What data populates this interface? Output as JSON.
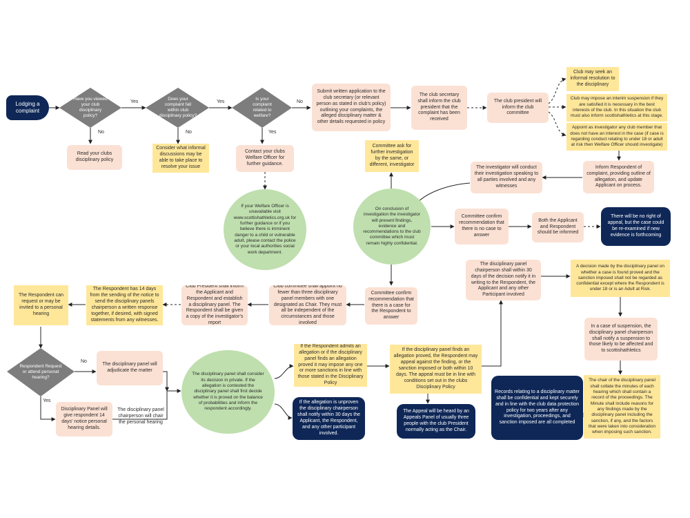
{
  "start": "Lodging a complaint",
  "decisions": {
    "d1": "Have you viewed your club disciplinary policy?",
    "d2": "Does your complaint fall within club disciplinary policy?",
    "d3": "Is your complaint related to welfare?",
    "d4": "Respondent Request or attend personal hearing?"
  },
  "labels": {
    "yes": "Yes",
    "no": "No"
  },
  "nodes": {
    "read_policy": "Read your clubs disciplinary policy",
    "informal": "Consider what informal discussions may be able to take place to resolve your issue",
    "contact_welfare": "Contact your clubs Welfare Officer for further guidance.",
    "welfare_unavailable": "If your Welfare Officer is unavailable visit www.scottishathletics.org.uk for further guidance or if you believe there is imminent danger to a child or vulnerable adult, please contact the police or your local authorities social work department.",
    "submit_written": "Submit written application to the club secretary (or relevant person as stated in club's policy) outlining your complaints, the alleged disciplinary matter & other details requested in policy",
    "secretary_inform": "The club secretary shall inform the club president that the complaint has been received",
    "president_inform": "The club president will inform the club committee",
    "informal_resolution": "Club may seek an informal resolution to the disciplinary",
    "interim_suspension": "Club may impose an interim suspension if they are satisfied it is necessary in the best interests of the club. In this situation the club must also inform scottishathletics at this stage.",
    "appoint_investigator": "Appoint as investigator any club member that does not have an interest in the case (if case is regarding conduct relating to under 18 or adult at risk then Welfare Officer should investigate)",
    "inform_respondent": "Inform Respondent of complaint, providing outline of allegation, and update Applicant on process.",
    "investigator_conduct": "The investigator will conduct their investigation speaking to all parties involved and any witnesses",
    "committee_ask": "Committee ask for further investigation by the same, or different, investigator",
    "conclusion": "On conclusion of investigation the investigator will present findings, evidence and recommendations to the club committee which must remain highly confidential.",
    "no_case": "Committee confirm recommendation that there is no case to answer",
    "both_informed": "Both the Applicant and Respondent should be informed",
    "no_appeal": "There will be no right of appeal, but the case could be re-examined if new evidence is forthcoming",
    "case_to_answer": "Committee confirm recommendation that there is a case for the Respondent to answer",
    "appoint_panel": "Club committee shall appoint no fewer than three disciplinary panel members with one designated as Chair. They must all be independent of the circumstances and those involved",
    "president_panel": "Club President shall inform the Applicant and Respondent and establish a disciplinary panel. The Respondent shall be given a copy of the investigator's report",
    "respondent_14days": "The Respondent has 14 days from the sending of the notice to send the disciplinary panels chairperson a written response together, if desired, with signed statements from any witnesses.",
    "respondent_request": "The Respondent can request or may be invited to a personal hearing",
    "panel_adjudicate": "The disciplinary panel will adjudicate the matter",
    "panel_notice": "Disciplinary Panel will give respondent 14 days' notice personal hearing details.",
    "chair_hearing": "The disciplinary panel chairperson will chair the personal hearing",
    "panel_consider": "The disciplinary panel shall consider its decision in private. If the allegation is contested the disciplinary panel shall first decide whether it is proved on the balance of probabilities and inform the respondent accordingly.",
    "admits": "If the Respondent admits an allegation or if the disciplinary panel finds an allegation proved it may impose any one or more sanctions in line with those stated in the Disciplinary Policy",
    "unproven": "If the allegation is unproven the disciplinary chairperson shall notify within 30 days the Applicant, the Respondent, and any other participant involved.",
    "appeal_proved": "If the disciplinary panel finds an allegation proved, the Respondent may appeal against the finding, or the sanction imposed or both within 10 days. The appeal must be in line with conditions set out in the clubs Disciplinary Policy",
    "appeal_heard": "The Appeal will be heard by an Appeals Panel of usually three people with the club President normally acting as the Chair.",
    "notify_30days": "The disciplinary panel chairperson shall within 30 days of the decision notify it in writing to the Respondent, the Applicant and any other Participant involved",
    "decision_confidential": "A decision made by the disciplinary panel on whether a case is found proved and the sanction imposed shall not be regarded as confidential except where the Respondent is under 18 or is an Adult at Risk.",
    "suspension_notify": "In a case of suspension, the disciplinary panel chairperson shall notify a suspension to those likely to be affected and to scottishathletics",
    "chair_minutes": "The chair of the disciplinary panel shall collate the minutes of each hearing which shall contain a record of the proceedings. The Minute shall include reasons for any findings made by the disciplinary panel including the sanction, if any, and the factors that were taken into consideration when imposing such sanction.",
    "records": "Records relating to a disciplinary matter shall be confidential and kept securely and in line with the club data protection policy for two years after any investigation, proceedings, and sanction imposed are all completed"
  },
  "colors": {
    "navy": "#0e2757",
    "peach": "#fbe1d4",
    "yellow": "#ffe79a",
    "green": "#bfdfae",
    "grey": "#7d7d7d",
    "line": "#222222"
  }
}
